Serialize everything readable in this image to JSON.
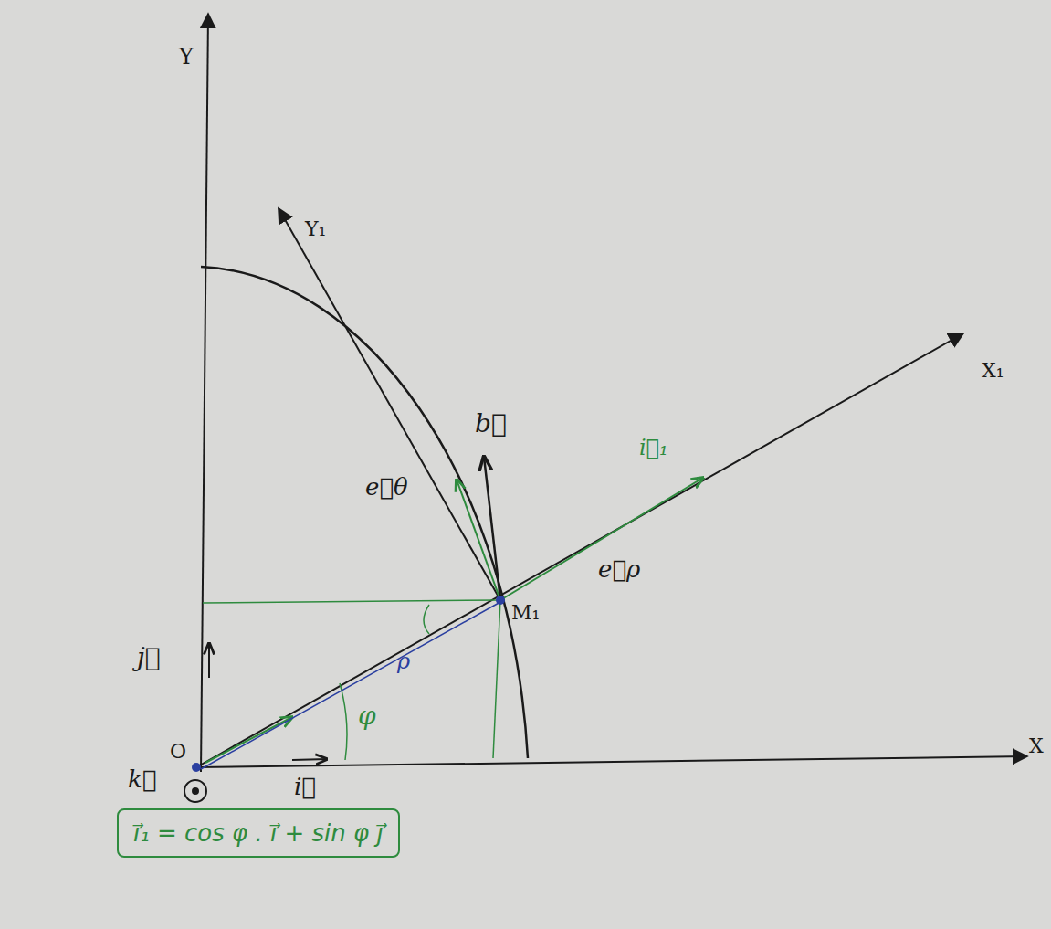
{
  "diagram": {
    "nodes": [
      {
        "text": [
          "i⃗₁ = cos φ . i⃗ + sin φ j⃗"
        ]
      }
    ],
    "labels": [
      "Y",
      "Y₁",
      "X₁",
      "X",
      "O",
      "M₁",
      "j⃗",
      "i⃗",
      "k⃗",
      "e⃗θ",
      "e⃗ρ",
      "b⃗",
      "i⃗₁",
      "φ",
      "ρ"
    ]
  }
}
